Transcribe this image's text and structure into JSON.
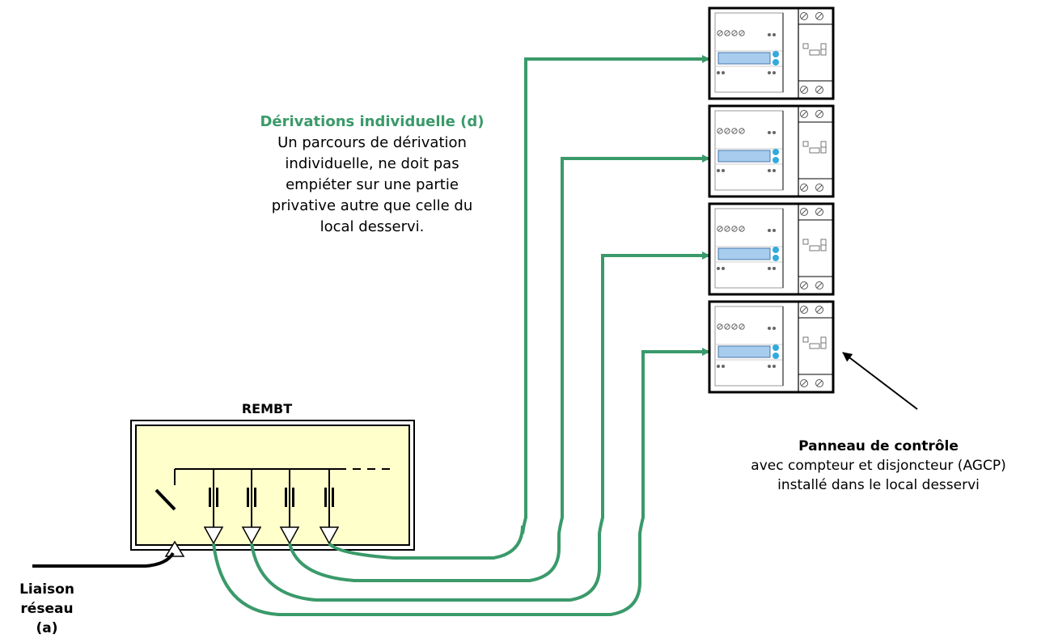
{
  "colors": {
    "route": "#3a9a6a",
    "box_fill": "#ffffcc",
    "screen": "#a8ccee",
    "led": "#33aadd",
    "frame": "#000000"
  },
  "derivation": {
    "title": "Dérivations individuelle (d)",
    "lines": [
      "Un parcours de dérivation",
      "individuelle, ne doit pas",
      "empiéter sur une partie",
      "privative autre que celle du",
      "local desservi."
    ]
  },
  "rembt": {
    "label": "REMBT"
  },
  "control_panel": {
    "title": "Panneau de contrôle",
    "lines": [
      "avec compteur et disjoncteur (AGCP)",
      "installé dans le local desservi"
    ]
  },
  "network_link": {
    "lines": [
      "Liaison réseau",
      "(a)"
    ]
  },
  "panel_count": 4
}
